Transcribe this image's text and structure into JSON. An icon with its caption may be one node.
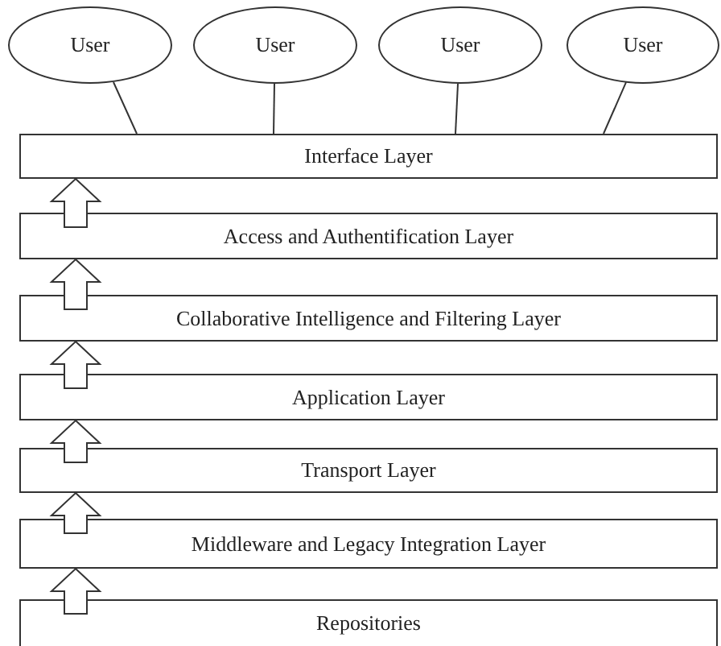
{
  "diagram": {
    "nodes": [
      {
        "text": [
          "User"
        ]
      },
      {
        "text": [
          "User"
        ]
      },
      {
        "text": [
          "User"
        ]
      },
      {
        "text": [
          "User"
        ]
      },
      {
        "text": [
          "Interface Layer"
        ]
      },
      {
        "text": [
          "Access and Authentification Layer"
        ]
      },
      {
        "text": [
          "Collaborative Intelligence and Filtering Layer"
        ]
      },
      {
        "text": [
          "Application Layer"
        ]
      },
      {
        "text": [
          "Transport Layer"
        ]
      },
      {
        "text": [
          "Middleware and Legacy  Integration Layer"
        ]
      },
      {
        "text": [
          "Repositories"
        ]
      }
    ],
    "edges": [
      {
        "from": 0,
        "to": 4,
        "arrow": "none"
      },
      {
        "from": 1,
        "to": 4,
        "arrow": "none"
      },
      {
        "from": 2,
        "to": 4,
        "arrow": "none"
      },
      {
        "from": 3,
        "to": 4,
        "arrow": "none"
      },
      {
        "from": 5,
        "to": 4,
        "arrow": "to"
      },
      {
        "from": 6,
        "to": 5,
        "arrow": "to"
      },
      {
        "from": 7,
        "to": 6,
        "arrow": "to"
      },
      {
        "from": 8,
        "to": 7,
        "arrow": "to"
      },
      {
        "from": 9,
        "to": 8,
        "arrow": "to"
      },
      {
        "from": 10,
        "to": 9,
        "arrow": "to"
      }
    ]
  }
}
